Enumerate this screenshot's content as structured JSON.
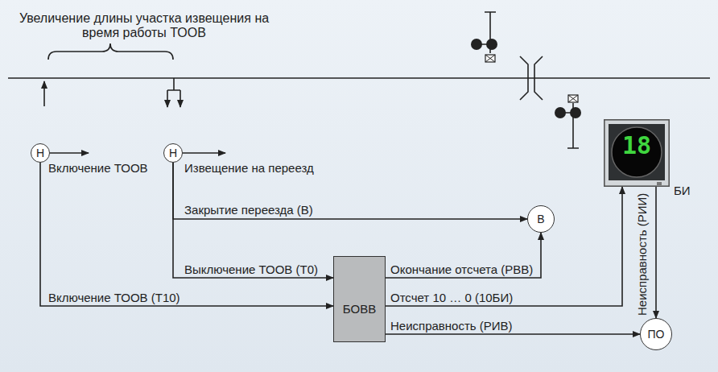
{
  "diagram": {
    "nodes": [
      {
        "text": [
          "Н"
        ]
      },
      {
        "text": [
          "Н"
        ]
      },
      {
        "text": [
          "В"
        ]
      },
      {
        "text": [
          "БОВВ"
        ]
      },
      {
        "text": [
          "БИ"
        ]
      },
      {
        "text": [
          "ПО"
        ]
      }
    ],
    "edges": [
      {
        "from": 1,
        "to": 2,
        "label": "Закрытие переезда (В)",
        "arrow": "to"
      },
      {
        "from": 1,
        "to": 3,
        "label": "Выключение ТООВ (Т0)",
        "arrow": "to"
      },
      {
        "from": 0,
        "to": 3,
        "label": "Включение ТООВ (Т10)",
        "arrow": "to"
      },
      {
        "from": 3,
        "to": 2,
        "label": "Окончание отсчета (РВВ)",
        "arrow": "to"
      },
      {
        "from": 3,
        "to": 4,
        "label": "Отсчет 10 … 0 (10БИ)",
        "arrow": "to"
      },
      {
        "from": 3,
        "to": 5,
        "label": "Неисправность (РИВ)",
        "arrow": "to"
      },
      {
        "from": 4,
        "to": 5,
        "label": "Неисправность (РИИ)",
        "arrow": "to"
      }
    ],
    "labels": [
      "Увеличение длины участка извещения на время работы ТООВ",
      "Включение ТООВ",
      "Извещение на переезд",
      "18"
    ]
  }
}
